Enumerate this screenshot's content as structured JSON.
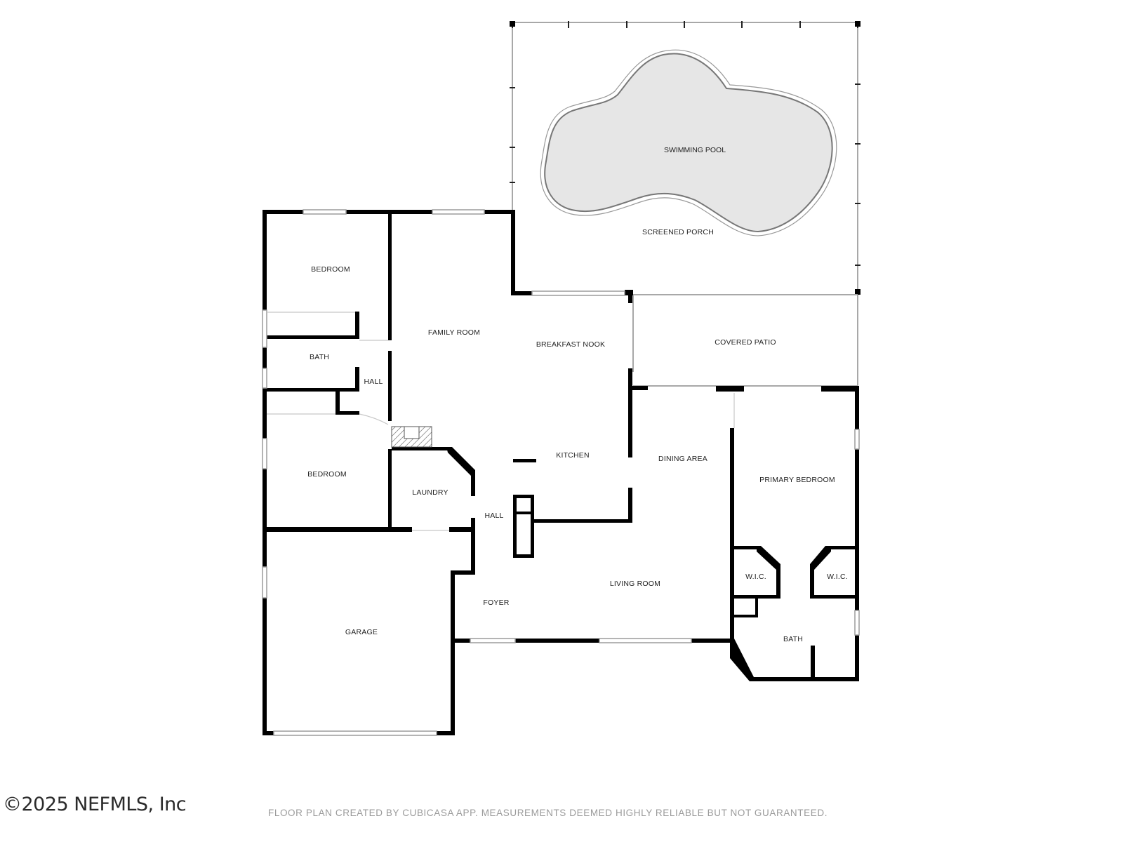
{
  "plan": {
    "rooms": {
      "swimming_pool": "SWIMMING POOL",
      "screened_porch": "SCREENED PORCH",
      "bedroom_1": "BEDROOM",
      "bath_1": "BATH",
      "hall_1": "HALL",
      "family_room": "FAMILY ROOM",
      "breakfast_nook": "BREAKFAST NOOK",
      "covered_patio": "COVERED PATIO",
      "bedroom_2": "BEDROOM",
      "laundry": "LAUNDRY",
      "kitchen": "KITCHEN",
      "dining_area": "DINING AREA",
      "primary_bedroom": "PRIMARY BEDROOM",
      "hall_2": "HALL",
      "wic_1": "W.I.C.",
      "wic_2": "W.I.C.",
      "living_room": "LIVING ROOM",
      "foyer": "FOYER",
      "garage": "GARAGE",
      "bath_2": "BATH"
    },
    "colors": {
      "wall": "#000000",
      "window": "#9c9c9c",
      "pool_fill": "#e8e8e8",
      "screen": "#b0b0b0",
      "hatch": "#555555"
    }
  },
  "footer": {
    "copyright": "©2025 NEFMLS, Inc",
    "disclaimer": "FLOOR PLAN CREATED BY CUBICASA APP. MEASUREMENTS DEEMED HIGHLY RELIABLE BUT NOT GUARANTEED."
  }
}
